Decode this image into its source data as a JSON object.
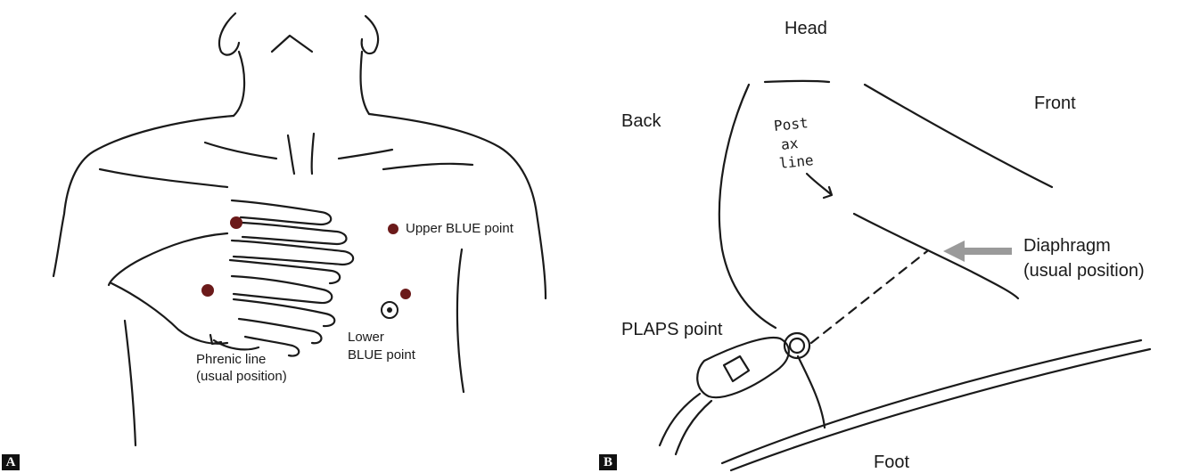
{
  "panels": [
    {
      "tag": "A",
      "labels": {
        "upper_blue": "Upper BLUE point",
        "lower_blue_1": "Lower",
        "lower_blue_2": "BLUE point",
        "phrenic_1": "Phrenic line",
        "phrenic_2": "(usual position)"
      }
    },
    {
      "tag": "B",
      "labels": {
        "head": "Head",
        "back": "Back",
        "front": "Front",
        "diaphragm_1": "Diaphragm",
        "diaphragm_2": "(usual position)",
        "plaps": "PLAPS point",
        "foot": "Foot",
        "handwritten_1": "Post",
        "handwritten_2": "ax",
        "handwritten_3": "line"
      }
    }
  ],
  "colors": {
    "line": "#1a1a1a",
    "point": "#6b1a1a",
    "arrow": "#9a9a9a",
    "tag_bg": "#111111"
  }
}
